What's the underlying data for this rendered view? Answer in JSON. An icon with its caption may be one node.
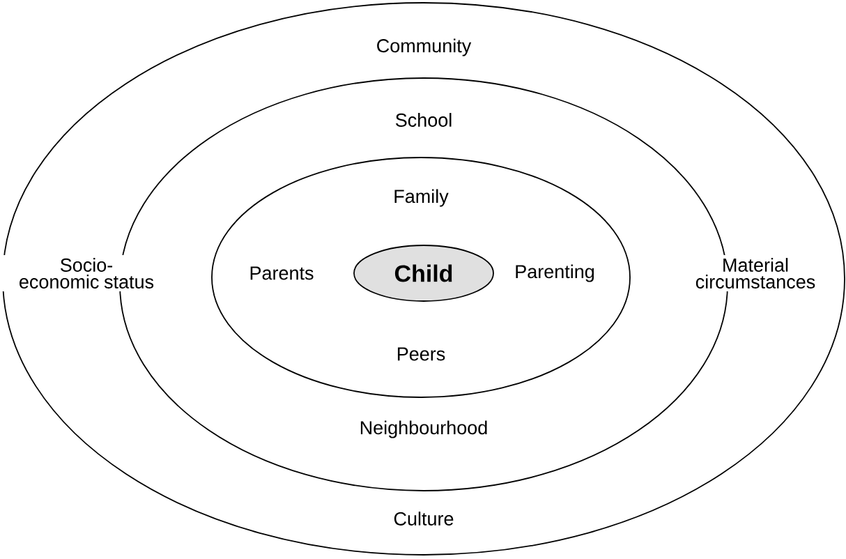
{
  "diagram": {
    "nodes": [
      {
        "text": [
          "Community",
          "Socio-economic status",
          "Material circumstances",
          "Culture"
        ]
      },
      {
        "text": [
          "School",
          "Neighbourhood"
        ],
        "in": 0
      },
      {
        "text": [
          "Family",
          "Parents",
          "Parenting",
          "Peers"
        ],
        "in": 1
      },
      {
        "text": [
          "Child"
        ],
        "in": 2
      }
    ]
  }
}
